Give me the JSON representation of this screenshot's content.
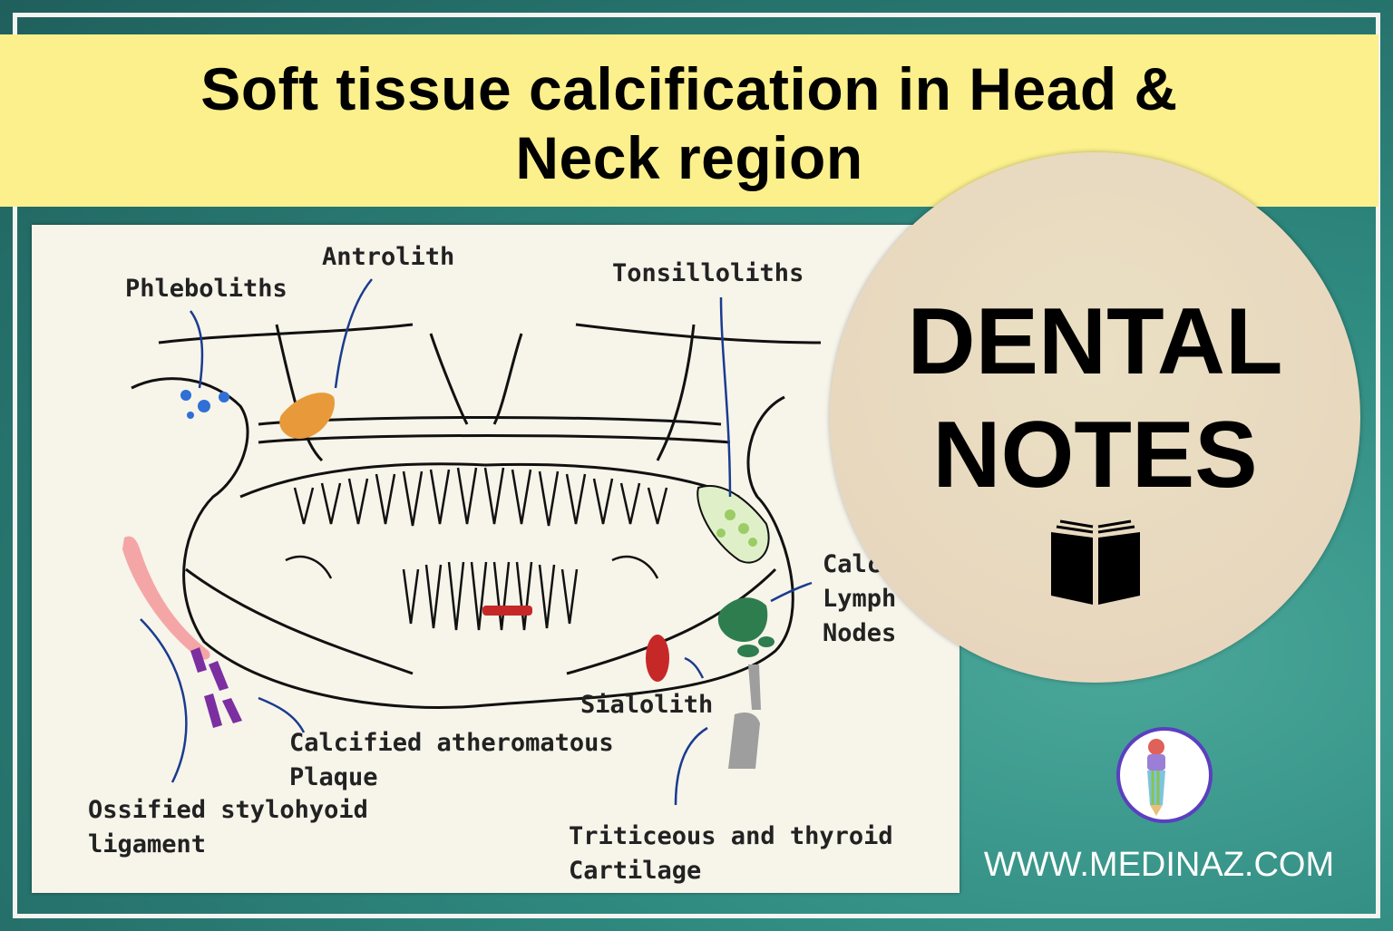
{
  "title": "Soft tissue calcification in Head & Neck region",
  "title_line1": "Soft tissue calcification in Head &",
  "title_line2": "Neck region",
  "badge": {
    "line1": "DENTAL",
    "line2": "NOTES",
    "icon": "open-book-icon"
  },
  "website": "WWW.MEDINAZ.COM",
  "logo_icon": "pencil-mascot-logo",
  "colors": {
    "banner": "#fbf08c",
    "background": "#2f8a80",
    "badge": "#e6d3bb",
    "phleboliths": "#2f6fd6",
    "antrolith": "#e89a3a",
    "tonsilloliths": "#9ccc65",
    "lymph_nodes": "#2e7d4f",
    "sialolith": "#c62828",
    "stylohyoid": "#f4a6a6",
    "plaque": "#7b2fa0",
    "cartilage": "#9e9e9e"
  },
  "diagram": {
    "labels": {
      "phleboliths": "Phleboliths",
      "antrolith": "Antrolith",
      "tonsilloliths": "Tonsilloliths",
      "lymph_nodes": "Calci\nLymph\nNodes",
      "sialolith": "Sialolith",
      "plaque": "Calcified atheromatous\nPlaque",
      "stylohyoid": "Ossified stylohyoid\nligament",
      "cartilage": "Triticeous and thyroid\nCartilage"
    }
  }
}
